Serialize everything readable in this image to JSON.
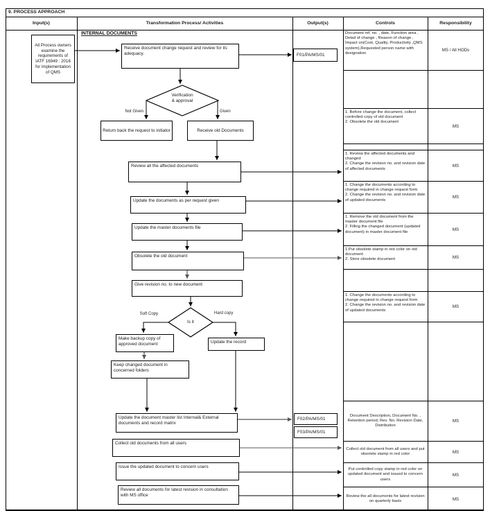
{
  "page": {
    "title": "9. PROCESS APPROACH"
  },
  "headers": {
    "inputs": "Input(s)",
    "activities": "Transformation Process/ Activities",
    "outputs": "Output(s)",
    "controls": "Controls",
    "responsibility": "Responsibility"
  },
  "input_box": "All Process owners examine the requirements of IATF 16949 : 2016 for implementation of QMS",
  "section": {
    "label": "INTERNAL DOCUMENTS"
  },
  "flow": {
    "receive_request": "Receive document change request and review for its adequacy.",
    "verification": "Verification\n& approval",
    "return_back": "Return back the request to initiator",
    "receive_old": "Receive old Documents",
    "review_affected": "Review all the affected documents",
    "update_docs": "Update the documents as per request given",
    "update_master_file": "Update the master documents file",
    "obsolete_old": "Obsolete the old document",
    "give_revision": "Give revision no. to new document",
    "is_it": "Is it",
    "make_backup": "Make backup copy of approved document",
    "update_record": "Update the record",
    "keep_changed": "Keep changed document in concerned folders",
    "update_master_list": "Update the document master list Internal& External documents and record matrix",
    "collect_old": "Collect old documents from all users",
    "issue_updated": "Issue the updated document to concern users",
    "review_latest": "Review all documents for latest revision in consultation with MS office"
  },
  "labels": {
    "not_given": "Not Given",
    "given": "Given",
    "soft_copy": "Soft Copy",
    "hard_copy": "Hard copy"
  },
  "outputs": {
    "f01": "F01/PA/MS/01",
    "f02": "F02/PA/MS/01",
    "f03": "F03/PA/MS/01"
  },
  "controls": {
    "rows": [
      {
        "text": "Document  ref. no. , date, Function area , Detail of change , Reason of change , Impact on(Cost, Quality, Productivity ,QMS system),Requested person name with designation",
        "resp": "MS / All HODs"
      },
      {
        "text": "",
        "resp": ""
      },
      {
        "text": "1. Before change the document, collect controlled copy of old document\n2. Obsolete the old document",
        "resp": "MS"
      },
      {
        "text": "",
        "resp": ""
      },
      {
        "text": "1. Review the affected documents and changed\n2. Change the revision no. and revision date of affected documents",
        "resp": "MS"
      },
      {
        "text": "1. Change the documents according to change required in change request form\n2. Change the revision no. and revision date of updated documents",
        "resp": "MS"
      },
      {
        "text": "1. Remove the old document from the master document file\n2. Filling the changed document (updated document) in master document file",
        "resp": "MS"
      },
      {
        "text": "1.Put obsolete stamp in red color on old document\n2. Store obsolete document",
        "resp": "MS"
      },
      {
        "text": "",
        "resp": ""
      },
      {
        "text": "1. Change the documents according to change required in change request form\n2. Change the revision no. and revision date of updated documents",
        "resp": "MS"
      },
      {
        "text": "",
        "resp": ""
      },
      {
        "text": "Document Description, Document No. , Retention period, Rev. No. Revision Date, Distribution",
        "resp": "MS"
      },
      {
        "text": "Collect old document from all users and put obsolete stamp in red color",
        "resp": "MS"
      },
      {
        "text": "Put controlled copy stamp in red color on updated document and issued to concern users",
        "resp": "MS"
      },
      {
        "text": "Review the all documents for latest revision on quarterly basis",
        "resp": "MS"
      }
    ]
  }
}
